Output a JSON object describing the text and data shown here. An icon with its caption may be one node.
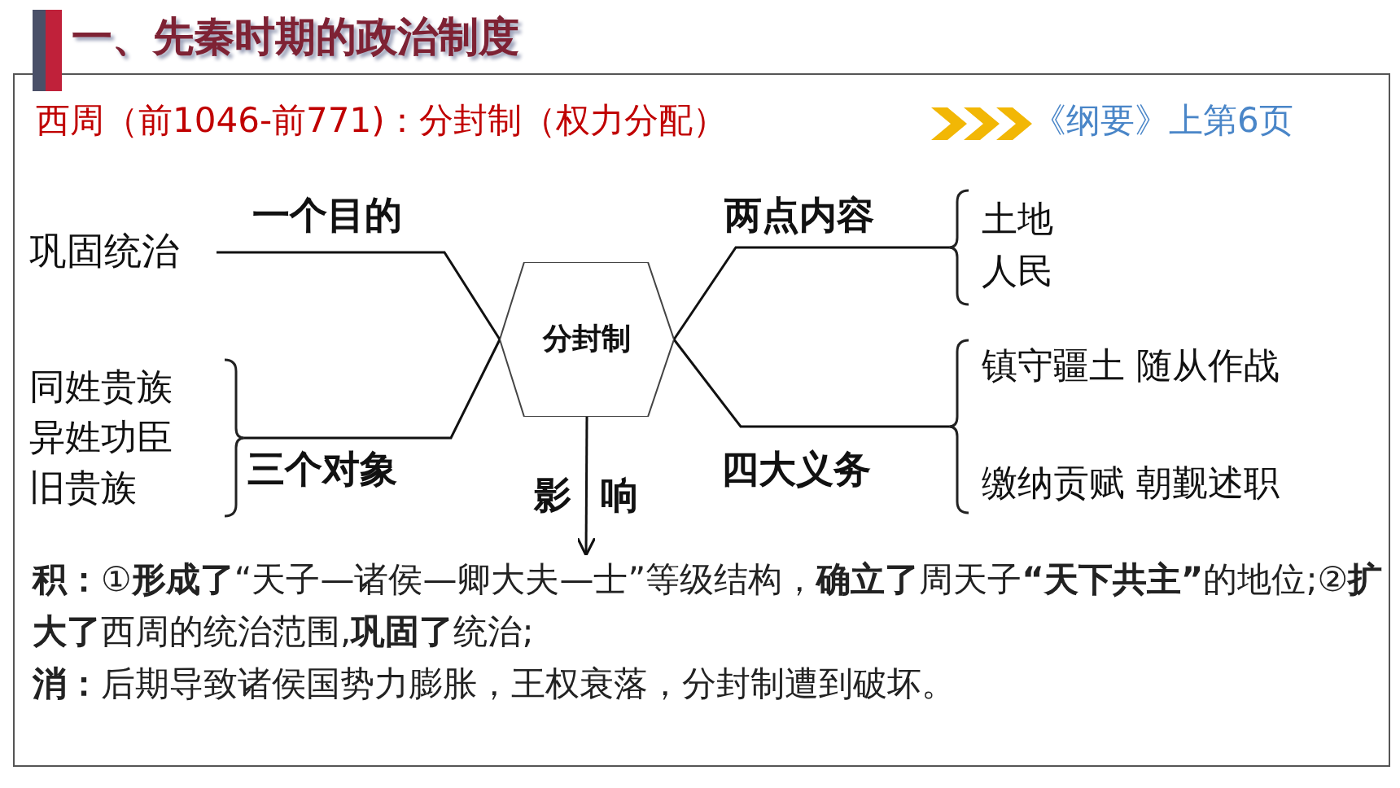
{
  "diagram": {
    "title": "一、先秦时期的政治制度",
    "nodes": [
      {
        "text": [
          "分封制"
        ]
      },
      {
        "text": [
          "巩固统治"
        ]
      },
      {
        "text": [
          "同姓贵族",
          "异姓功臣",
          "旧贵族"
        ]
      },
      {
        "text": [
          "土地",
          "人民"
        ]
      },
      {
        "text": [
          "镇守疆土 随从作战",
          "缴纳贡赋 朝觐述职"
        ]
      },
      {
        "text": [
          "**积：**①**形成了**“天子—诸侯—卿大夫—士”等级结构，**确立了**周天子**“天下共主”**的地位;②**扩大了**西周的统治范围,**巩固了**统治;",
          "**消：**后期导致诸侯国势力膨胀，王权衰落，分封制遭到破坏。"
        ]
      }
    ],
    "edges": [
      {
        "from": 1,
        "to": 0,
        "arrow": "none",
        "label": "一个目的"
      },
      {
        "from": 2,
        "to": 0,
        "arrow": "none",
        "label": "三个对象"
      },
      {
        "from": 0,
        "to": 3,
        "arrow": "none",
        "label": "两点内容"
      },
      {
        "from": 0,
        "to": 4,
        "arrow": "none",
        "label": "四大义务"
      },
      {
        "from": 0,
        "to": 5,
        "arrow": "to",
        "label": "影响"
      }
    ],
    "labels": [
      "西周（前1046-前771)：分封制（权力分配）",
      "《纲要》上第6页"
    ]
  }
}
